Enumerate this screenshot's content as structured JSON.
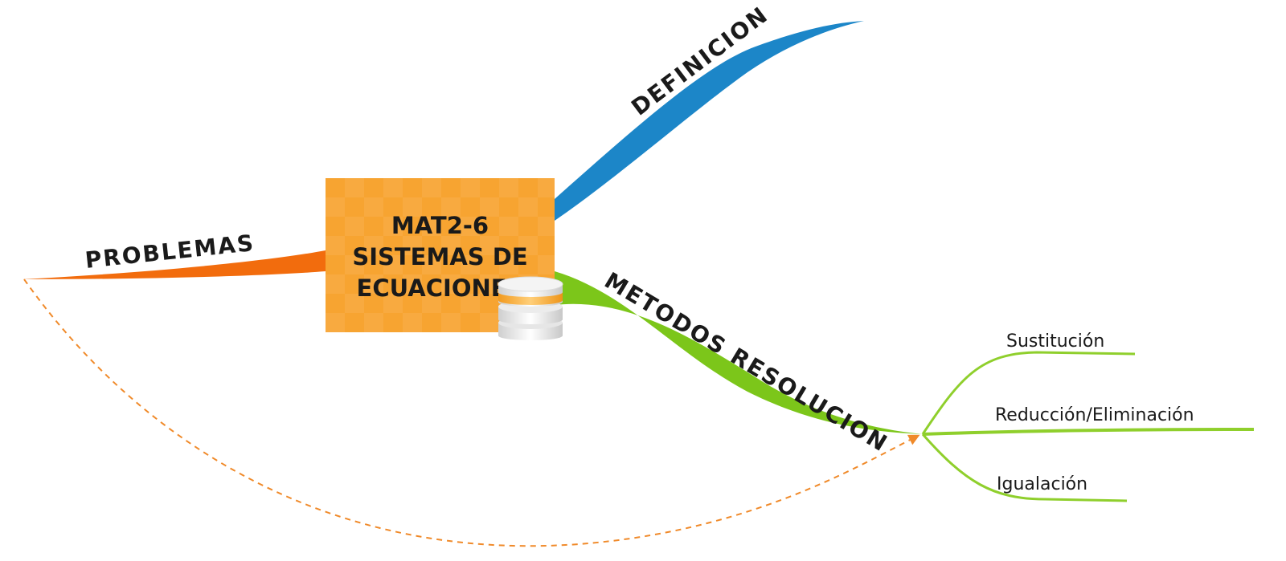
{
  "central_topic": {
    "lines": [
      "MAT2-6",
      "SISTEMAS DE",
      "ECUACIONES"
    ],
    "color": "#f7a431",
    "icon": "database-icon"
  },
  "branches": {
    "definicion": {
      "label": "DEFINICION",
      "color": "#1c86c8"
    },
    "metodos": {
      "label": "METODOS RESOLUCION",
      "color": "#7cc61a",
      "subtopics": [
        "Sustitución",
        "Reducción/Eliminación",
        "Igualación"
      ]
    },
    "problemas": {
      "label": "PROBLEMAS",
      "color": "#f26c0d"
    }
  },
  "relationship": {
    "style": "dashed",
    "color": "#f08a2a",
    "from": "problemas",
    "to": "metodos"
  }
}
